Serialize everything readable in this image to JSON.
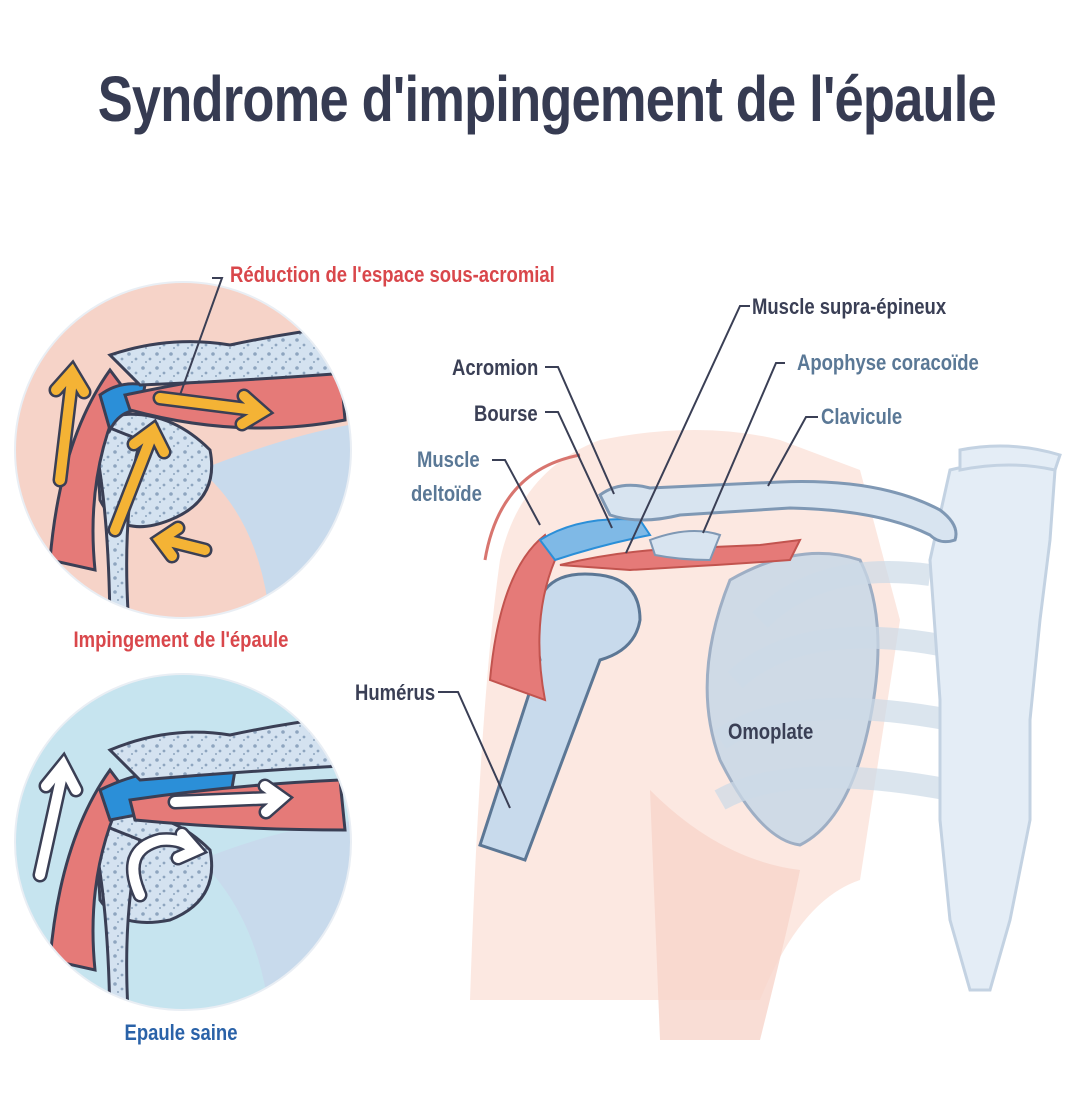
{
  "title": "Syndrome d'impingement de l'épaule",
  "labels": {
    "reduction": "Réduction de l'espace sous-acromial",
    "impingement": "Impingement de l'épaule",
    "healthy": "Epaule saine",
    "supraspinatus": "Muscle supra-épineux",
    "acromion": "Acromion",
    "coracoid": "Apophyse coracoïde",
    "bursa": "Bourse",
    "clavicle": "Clavicule",
    "deltoid_line1": "Muscle",
    "deltoid_line2": "deltoïde",
    "humerus": "Humérus",
    "scapula": "Omoplate"
  },
  "colors": {
    "title": "#363b52",
    "red_label": "#d9474b",
    "blue_label": "#5a7896",
    "royal_label": "#2a62a8",
    "bone": "#d4e2f0",
    "muscle": "#e57a78",
    "bursa": "#2b8fd8",
    "arrow_impingement": "#f4b335",
    "arrow_healthy": "#ffffff"
  }
}
